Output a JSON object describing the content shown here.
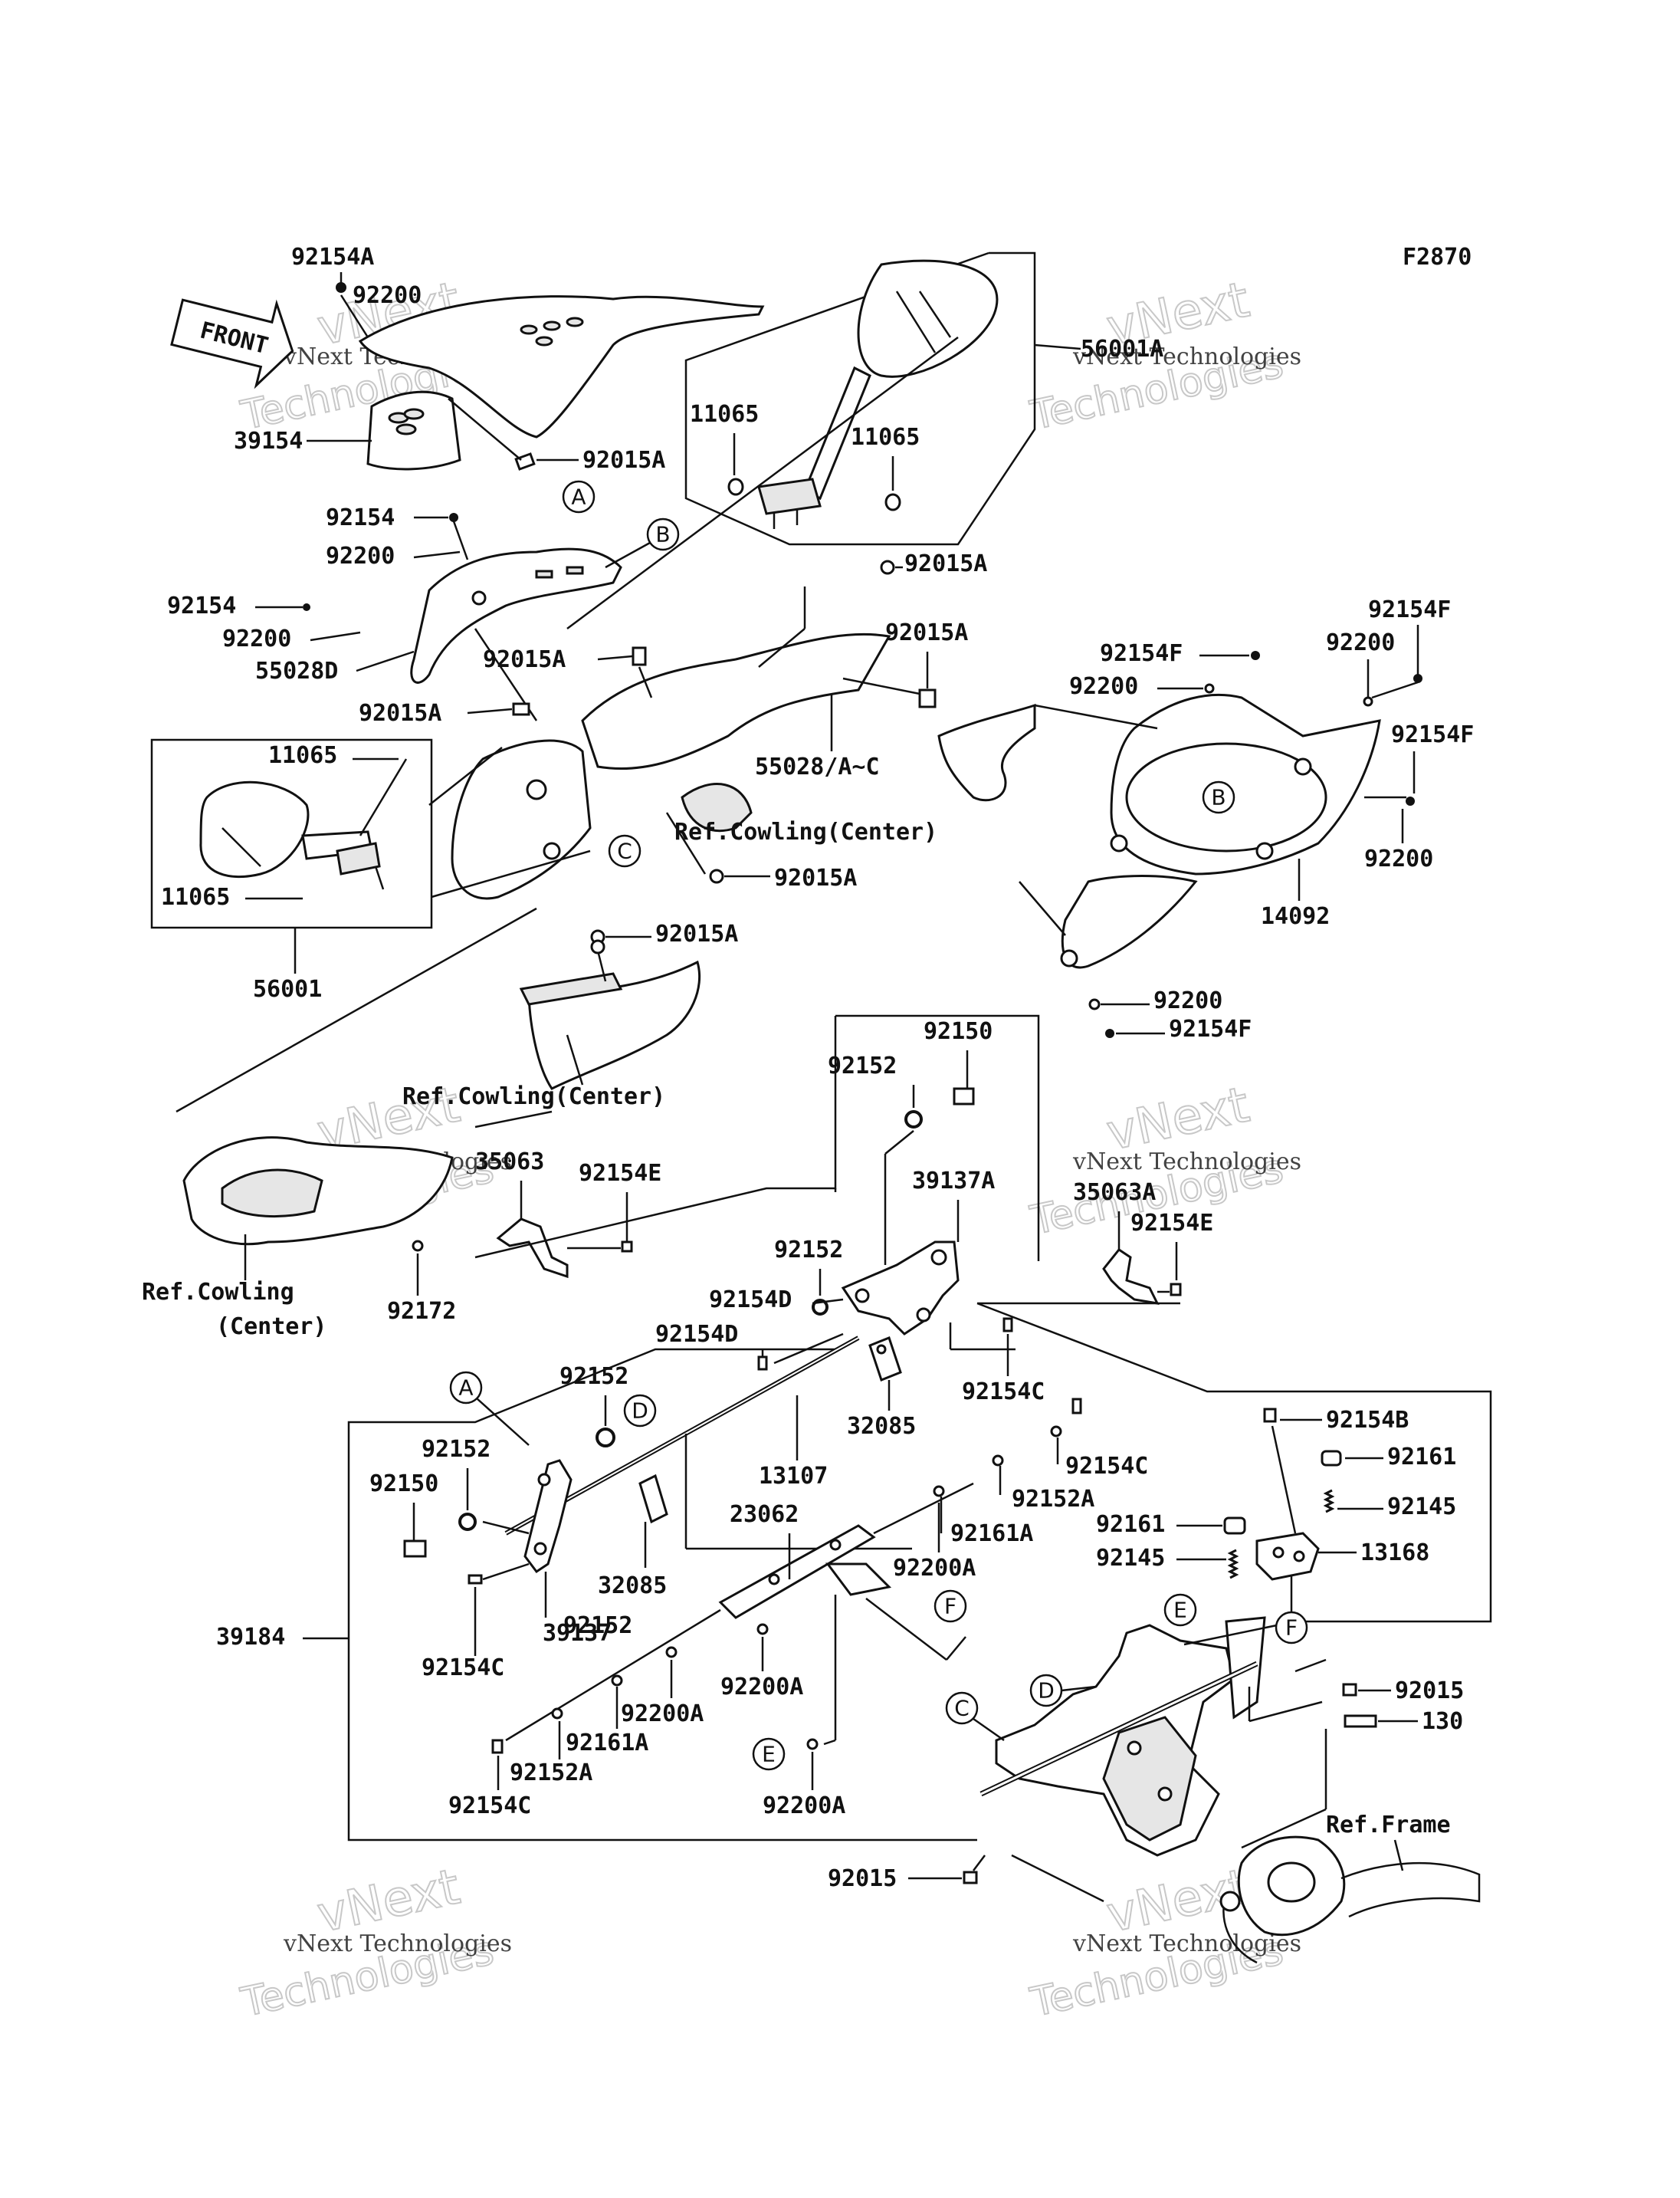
{
  "figure_code": "F2870",
  "front_arrow": "FRONT",
  "watermark": {
    "line1": "vNext Technologies",
    "big1": "vNext",
    "big2": "Technologies"
  },
  "labels": {
    "p92154A": "92154A",
    "p92200_a": "92200",
    "p39154": "39154",
    "p92015A_a": "92015A",
    "p56001A": "56001A",
    "p11065_a": "11065",
    "p11065_b": "11065",
    "p92154_a": "92154",
    "p92200_b": "92200",
    "p92154_b": "92154",
    "p92200_c": "92200",
    "p55028D": "55028D",
    "p92015A_b": "92015A",
    "p92015A_c": "92015A",
    "p92015A_d": "92015A",
    "p92015A_e": "92015A",
    "p55028AC": "55028/A~C",
    "ref_cowl_1": "Ref.Cowling(Center)",
    "p11065_c": "11065",
    "p11065_d": "11065",
    "p56001": "56001",
    "p92015A_f": "92015A",
    "p92015A_g": "92015A",
    "p92154F_a": "92154F",
    "p92200_d": "92200",
    "p92154F_b": "92154F",
    "p92200_e": "92200",
    "p92154F_c": "92154F",
    "p92200_f": "92200",
    "p14092": "14092",
    "p92200_g": "92200",
    "p92154F_d": "92154F",
    "ref_cowl_2": "Ref.Cowling(Center)",
    "p92150_a": "92150",
    "p92152_a": "92152",
    "p39137A": "39137A",
    "p35063": "35063",
    "p92154E_a": "92154E",
    "p35063A": "35063A",
    "p92154E_b": "92154E",
    "ref_cowl_3a": "Ref.Cowling",
    "ref_cowl_3b": "(Center)",
    "p92172": "92172",
    "p92152_b": "92152",
    "p92154D_a": "92154D",
    "p92154D_b": "92154D",
    "p92152_c": "92152",
    "p92154C_a": "92154C",
    "p32085_a": "32085",
    "p13107": "13107",
    "p92154C_b": "92154C",
    "p92152A_a": "92152A",
    "p92152_d": "92152",
    "p92150_b": "92150",
    "p23062": "23062",
    "p92161A_a": "92161A",
    "p92200A_a": "92200A",
    "p32085_b": "32085",
    "p39137": "39137",
    "p92154C_c": "92154C",
    "p39184": "39184",
    "p92200A_b": "92200A",
    "p92200A_c": "92200A",
    "p92161A_b": "92161A",
    "p92152A_b": "92152A",
    "p92154C_d": "92154C",
    "p92200A_d": "92200A",
    "p92154B": "92154B",
    "p92161_a": "92161",
    "p92145_a": "92145",
    "p92161_b": "92161",
    "p92145_b": "92145",
    "p13168": "13168",
    "p92015_a": "92015",
    "p130": "130",
    "ref_frame": "Ref.Frame",
    "p92015_b": "92015"
  },
  "callouts": [
    "A",
    "B",
    "C",
    "D",
    "E",
    "F"
  ]
}
